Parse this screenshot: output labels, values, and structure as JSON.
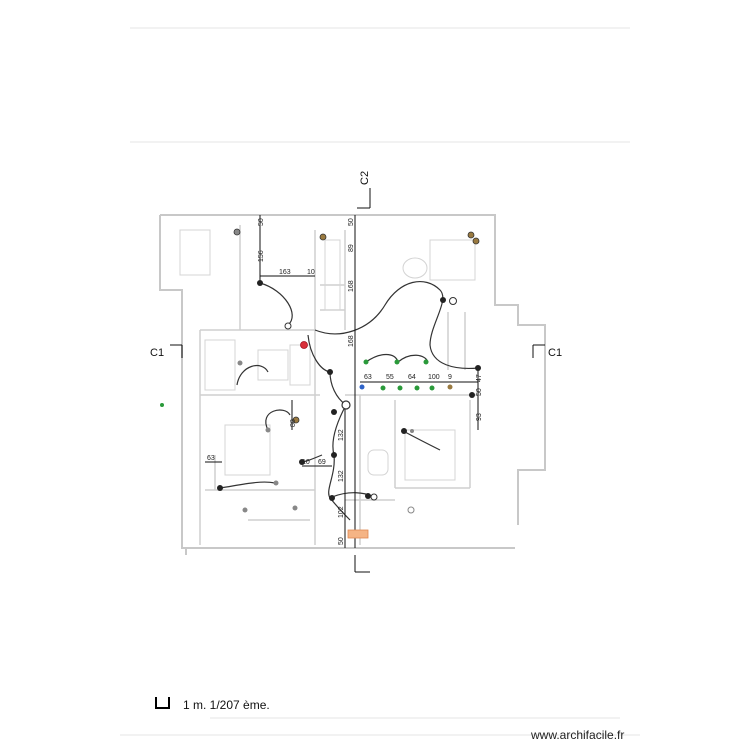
{
  "sections": {
    "c1_left": "C1",
    "c1_right": "C1",
    "c2_top": "C2"
  },
  "dimensions": {
    "d50_top_left": "50",
    "d156": "156",
    "d163": "163",
    "d10_upper": "10",
    "d50_top_mid": "50",
    "d89": "89",
    "d168_upper": "168",
    "d168_lower": "168",
    "d63_hall": "63",
    "d55": "55",
    "d64": "64",
    "d100": "100",
    "d9": "9",
    "d47": "47",
    "d50_right": "50",
    "d93": "93",
    "d88": "88",
    "d63_left": "63",
    "d10_lower": "10",
    "d69": "69",
    "d132_upper": "132",
    "d132_lower": "132",
    "d102": "102",
    "d50_bottom": "50"
  },
  "scale": {
    "text": "1 m. 1/207 ème."
  },
  "watermark": "www.archifacile.fr",
  "colors": {
    "wall": "#c8c8c8",
    "line": "#333333",
    "accent_red": "#d9303a",
    "accent_green": "#2a9a3a",
    "accent_blue": "#2f63c8",
    "accent_orange": "#f0a060"
  }
}
